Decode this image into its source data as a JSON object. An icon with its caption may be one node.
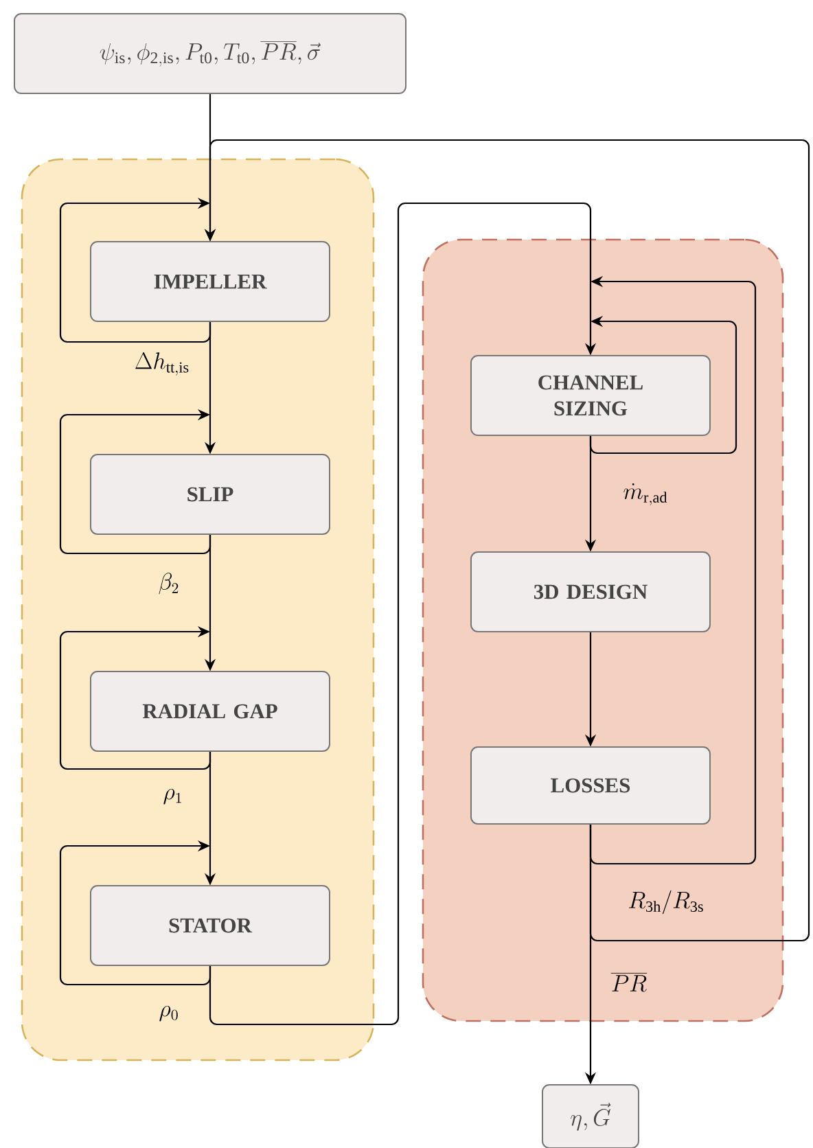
{
  "diagram": {
    "nodes": [
      {
        "text": [
          "\\psi_\\mathrm{is}, \\phi_\\mathrm{2,is}, P_\\mathrm{t0}, T_\\mathrm{t0}, \\overline{PR}, \\vec{\\sigma}"
        ]
      },
      {
        "text": [],
        "shape": "box"
      },
      {
        "text": [
          "IMPELLER"
        ],
        "in": 1
      },
      {
        "text": [
          "SLIP"
        ],
        "in": 1
      },
      {
        "text": [
          "RADIAL GAP"
        ],
        "in": 1
      },
      {
        "text": [
          "STATOR"
        ],
        "in": 1
      },
      {
        "text": [],
        "shape": "box"
      },
      {
        "text": [
          "CHANNEL SIZING"
        ],
        "in": 6
      },
      {
        "text": [
          "3D DESIGN"
        ],
        "in": 6
      },
      {
        "text": [
          "LOSSES"
        ],
        "in": 6
      },
      {
        "text": [
          "\\eta, \\vec{G}"
        ]
      }
    ],
    "edges": [
      {
        "from": 0,
        "to": 2,
        "arrow": "to"
      },
      {
        "from": 2,
        "to": 2,
        "arrow": "to"
      },
      {
        "from": 2,
        "to": 3,
        "arrow": "to",
        "label": "\\Delta h_\\mathrm{tt,is}"
      },
      {
        "from": 3,
        "to": 3,
        "arrow": "to"
      },
      {
        "from": 3,
        "to": 4,
        "arrow": "to",
        "label": "\\beta_2"
      },
      {
        "from": 4,
        "to": 4,
        "arrow": "to"
      },
      {
        "from": 4,
        "to": 5,
        "arrow": "to",
        "label": "\\rho_1"
      },
      {
        "from": 5,
        "to": 5,
        "arrow": "to"
      },
      {
        "from": 5,
        "to": 7,
        "arrow": "to",
        "label": "\\rho_0"
      },
      {
        "from": 7,
        "to": 7,
        "arrow": "to"
      },
      {
        "from": 7,
        "to": 8,
        "arrow": "to",
        "label": "\\dot{m}_\\mathrm{r,ad}"
      },
      {
        "from": 8,
        "to": 9,
        "arrow": "to"
      },
      {
        "from": 9,
        "to": 7,
        "arrow": "to"
      },
      {
        "from": 9,
        "to": 2,
        "arrow": "to",
        "label": "R_\\mathrm{3h}/R_\\mathrm{3s}"
      },
      {
        "from": 9,
        "to": 10,
        "arrow": "to",
        "label": "\\overline{PR}"
      }
    ]
  }
}
